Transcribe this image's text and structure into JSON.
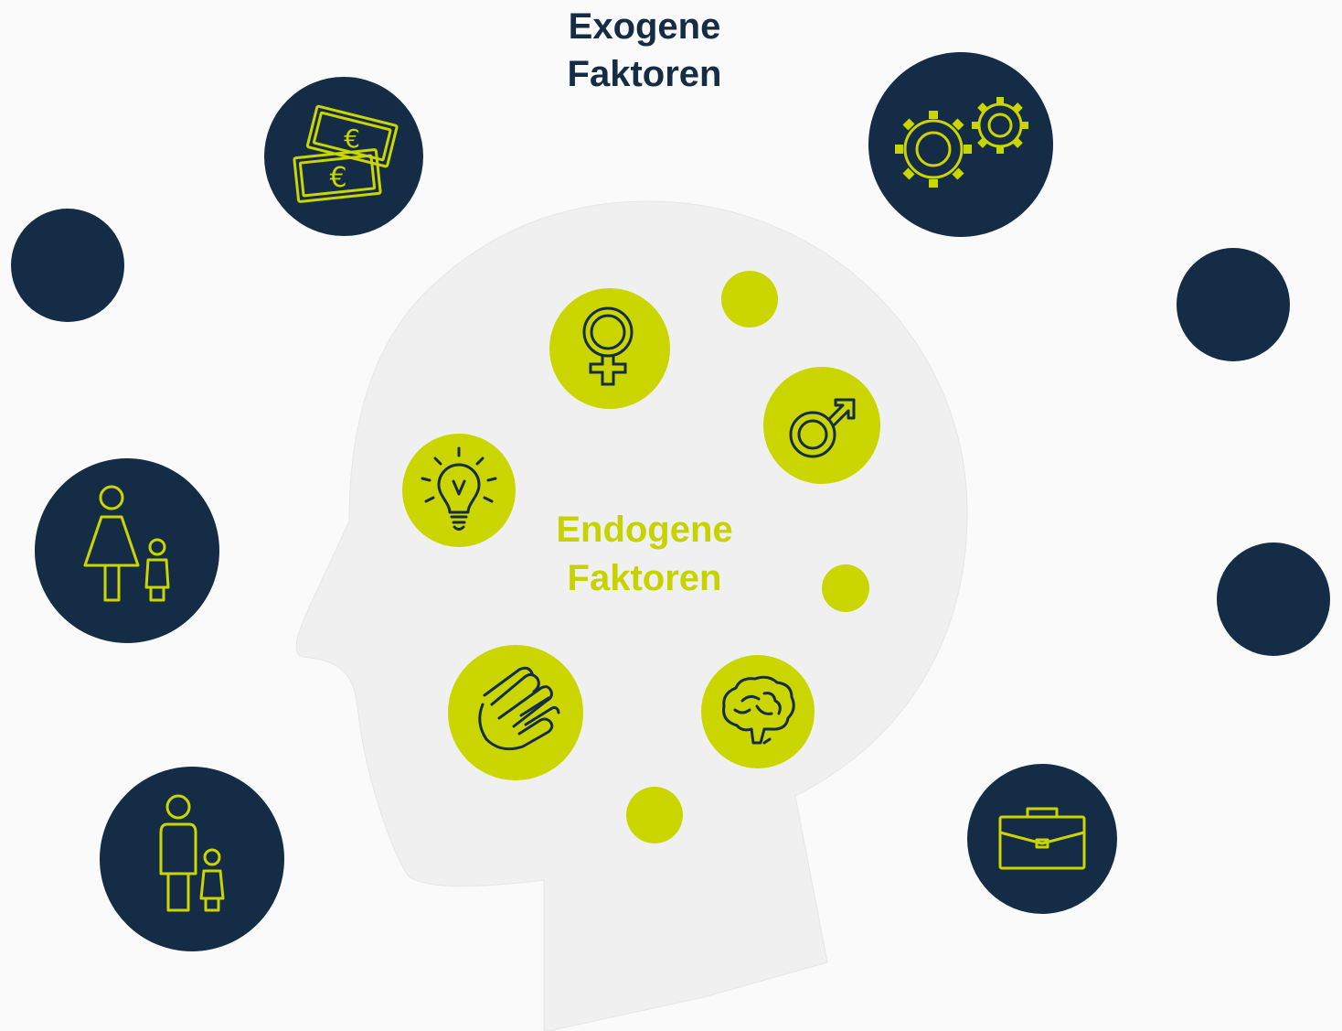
{
  "title_exogen": {
    "line1": "Exogene",
    "line2": "Faktoren"
  },
  "title_endogen": {
    "line1": "Endogene",
    "line2": "Faktoren"
  },
  "colors": {
    "background": "#fafafa",
    "head": "#f0f0f0",
    "navy": "#152c46",
    "lime": "#cbd600",
    "lime_text": "#c6d300"
  },
  "exogen_icons": [
    "money-icon",
    "gears-icon",
    "mother-daughter-icon",
    "parent-child-icon",
    "briefcase-icon"
  ],
  "endogen_icons": [
    "female-symbol-icon",
    "male-symbol-icon",
    "lightbulb-icon",
    "clapping-hands-icon",
    "brain-icon"
  ]
}
